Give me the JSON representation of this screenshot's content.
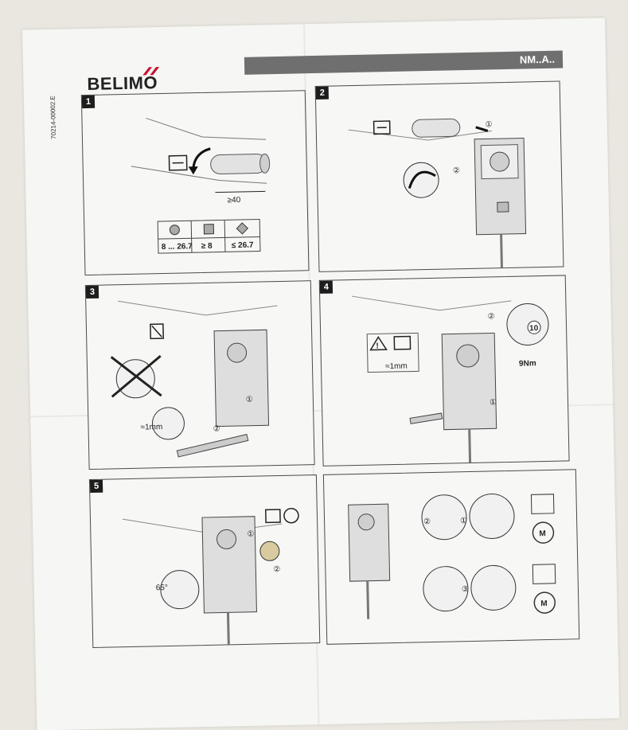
{
  "brand": {
    "name": "BELIMO"
  },
  "header": {
    "model": "NM..A.."
  },
  "doc_code": "70214-00002.E",
  "panels": [
    {
      "num": "1",
      "dim_label": "≥40",
      "shaft_table": [
        "8 ... 26.7",
        "≥ 8",
        "≤ 26.7"
      ]
    },
    {
      "num": "2",
      "steps": [
        "①",
        "②"
      ]
    },
    {
      "num": "3",
      "gap_label": "≈1mm",
      "steps": [
        "①",
        "②"
      ]
    },
    {
      "num": "4",
      "gap_label": "≈1mm",
      "torque": "9Nm",
      "nut_size": "10",
      "steps": [
        "①",
        "②"
      ]
    },
    {
      "num": "5",
      "angle": "65°",
      "steps": [
        "①",
        "②"
      ]
    },
    {
      "num": "",
      "steps": [
        "②",
        "①",
        "③"
      ],
      "mode_label": "M"
    }
  ]
}
